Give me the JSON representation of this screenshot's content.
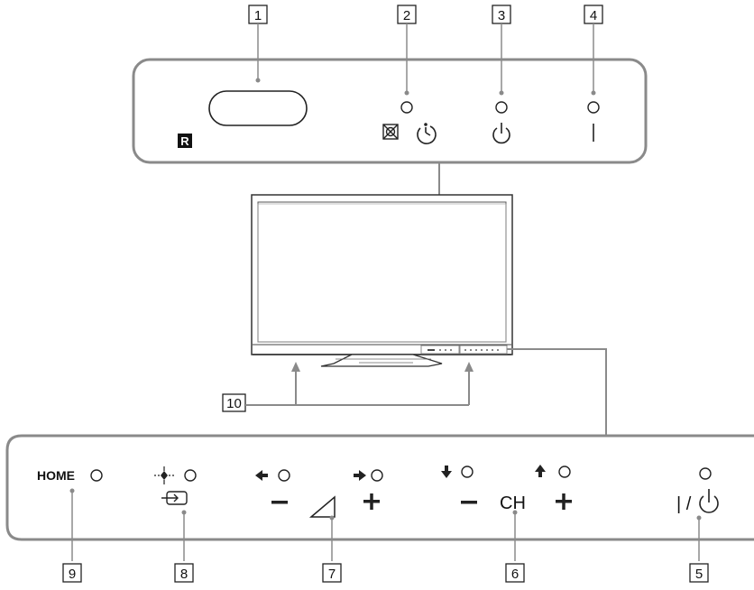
{
  "callouts": {
    "c1": "1",
    "c2": "2",
    "c3": "3",
    "c4": "4",
    "c5": "5",
    "c6": "6",
    "c7": "7",
    "c8": "8",
    "c9": "9",
    "c10": "10"
  },
  "top_panel": {
    "standby_symbol": "|"
  },
  "bottom_panel": {
    "home_label": "HOME",
    "ch_label": "CH",
    "power_label": "| / ",
    "minus": "–",
    "plus": "+"
  },
  "colors": {
    "line": "#8a8a8a",
    "stroke": "#222222",
    "tv_frame": "#d7d7d7"
  },
  "icons": [
    "remote-sensor",
    "picture-off-icon",
    "timer-icon",
    "power-indicator-icon",
    "standby-indicator",
    "input-icon",
    "volume-icon",
    "arrow-left-icon",
    "arrow-right-icon",
    "arrow-down-icon",
    "arrow-up-icon",
    "power-icon"
  ]
}
